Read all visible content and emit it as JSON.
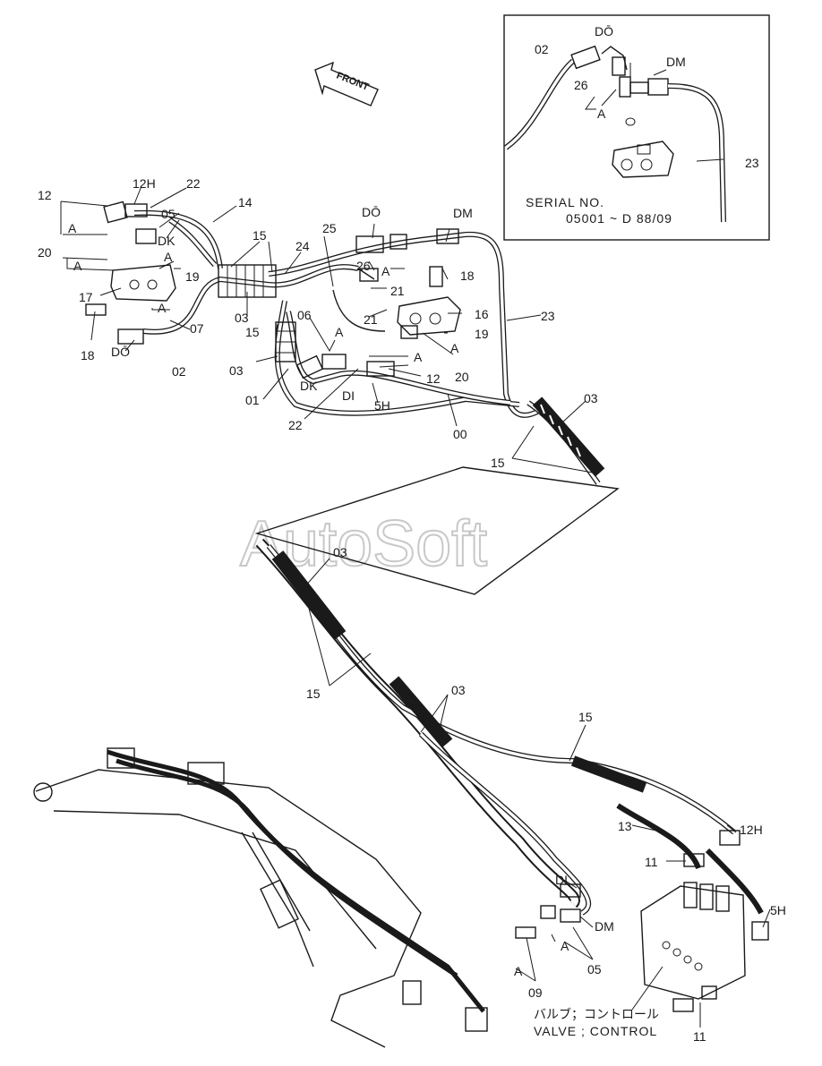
{
  "watermark": "AutoSoft",
  "front_label": "FRONT",
  "inset": {
    "serial_title": "SERIAL  NO.",
    "serial_range": "05001 ~ D 88/09",
    "labels": {
      "p02": "02",
      "pDO": "DŌ",
      "pDM": "DM",
      "p26": "26",
      "pA": "A",
      "p23": "23"
    }
  },
  "labels": {
    "p12a": "12",
    "pA1": "A",
    "p20a": "20",
    "pA2": "A",
    "p17": "17",
    "p18a": "18",
    "pDOa": "DŌ",
    "p02a": "02",
    "p12H": "12H",
    "p22a": "22",
    "p05a": "05",
    "pDKa": "DK",
    "pA3": "A",
    "p19a": "19",
    "pA4": "A",
    "p07": "07",
    "p14": "14",
    "p15a": "15",
    "p24": "24",
    "p03a": "03",
    "p15b": "15",
    "p06": "06",
    "p03b": "03",
    "p01": "01",
    "pDKb": "DK",
    "pA5": "A",
    "p25": "25",
    "pDOb": "DŌ",
    "pDMa": "DM",
    "pA6": "A",
    "p26": "26",
    "p18b": "18",
    "p21a": "21",
    "p21b": "21",
    "p16": "16",
    "p19b": "19",
    "pA7": "A",
    "p20b": "20",
    "pA8": "A",
    "p12b": "12",
    "pDI": "DI",
    "p5H": "5H",
    "p22b": "22",
    "p00": "00",
    "p23": "23",
    "p03c": "03",
    "p15c": "15",
    "p03d": "03",
    "p15d": "15",
    "p03e": "03",
    "p15e": "15",
    "p13": "13",
    "p12Hb": "12H",
    "p11a": "11",
    "p5Hb": "5H",
    "pDIb": "DI",
    "pDMb": "DM",
    "pA9": "A",
    "p05b": "05",
    "pA10": "A",
    "p09": "09",
    "p11b": "11"
  },
  "valve_jp": "バルブ；コントロール",
  "valve_en": "VALVE ; CONTROL"
}
